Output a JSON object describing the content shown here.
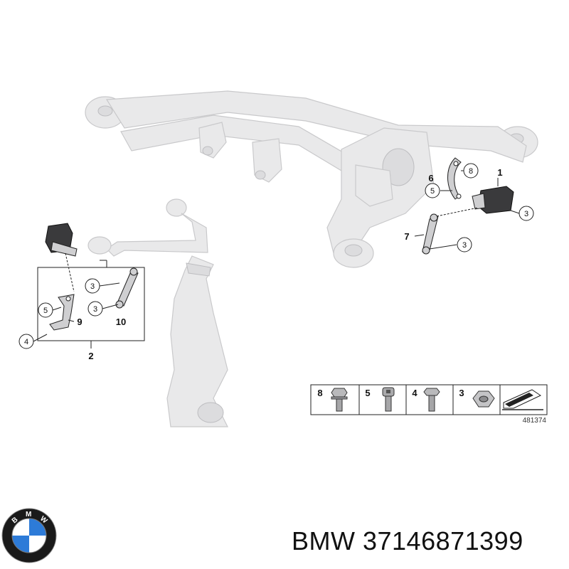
{
  "callouts": {
    "c1": "1",
    "c2": "2",
    "c3a": "3",
    "c3b": "3",
    "c3c": "3",
    "c3d": "3",
    "c4": "4",
    "c5a": "5",
    "c5b": "5",
    "c6": "6",
    "c7": "7",
    "c8": "8",
    "c9": "9",
    "c10": "10"
  },
  "legend": {
    "items": [
      {
        "num": "8",
        "icon": "hex-flange-bolt-icon"
      },
      {
        "num": "5",
        "icon": "socket-cap-screw-icon"
      },
      {
        "num": "4",
        "icon": "hex-bolt-icon"
      },
      {
        "num": "3",
        "icon": "hex-nut-icon"
      }
    ],
    "corner_icon": "arrow-sheet-icon",
    "diagram_id": "481374"
  },
  "brand": {
    "logo": "bmw-roundel-logo",
    "logo_text": "BMW",
    "part_label": "BMW 37146871399"
  },
  "colors": {
    "ghost_fill": "#e9e9ea",
    "part_fill": "#3a3a3c",
    "bmw_blue": "#2d7bd8"
  }
}
